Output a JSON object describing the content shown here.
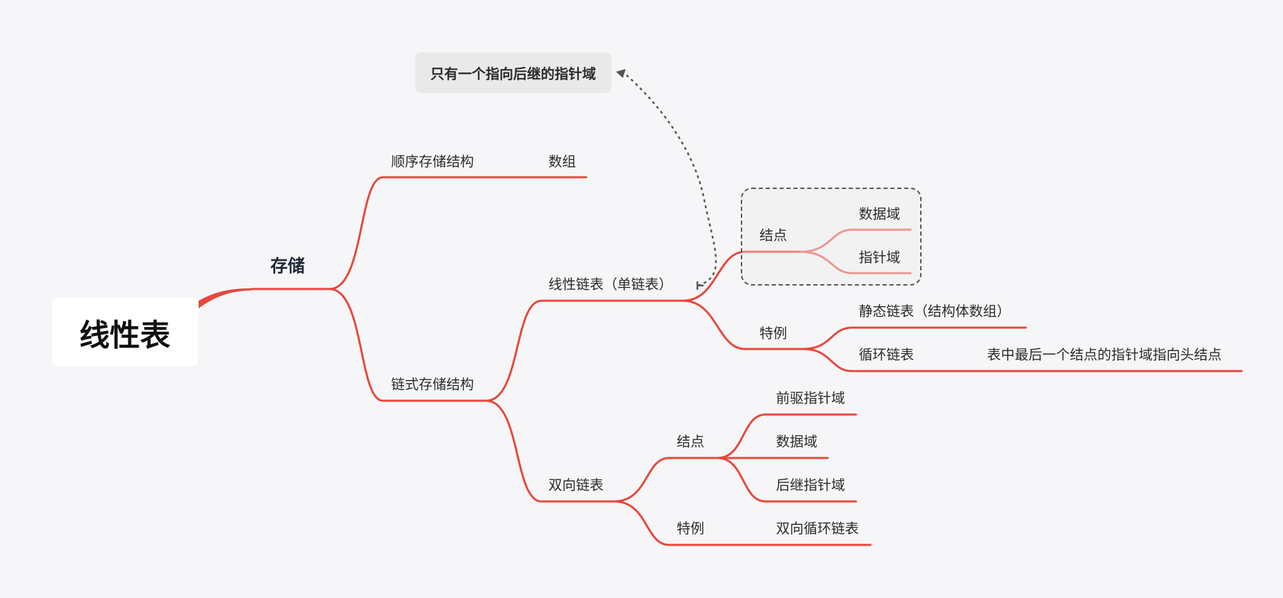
{
  "root": {
    "label": "线性表"
  },
  "callout": {
    "text": "只有一个指向后继的指针域"
  },
  "nodes": {
    "storage": "存储",
    "sequential": "顺序存储结构",
    "array": "数组",
    "linked": "链式存储结构",
    "singly": "线性链表（单链表）",
    "singly_node": "结点",
    "singly_data": "数据域",
    "singly_pointer": "指针域",
    "singly_special": "特例",
    "static_list": "静态链表（结构体数组）",
    "circular_list": "循环链表",
    "circular_note": "表中最后一个结点的指针域指向头结点",
    "doubly": "双向链表",
    "doubly_node": "结点",
    "prev_pointer": "前驱指针域",
    "doubly_data": "数据域",
    "next_pointer": "后继指针域",
    "doubly_special": "特例",
    "doubly_circular": "双向循环链表"
  },
  "colors": {
    "branch": "#e8473c",
    "background": "#f6f6f8",
    "root_fill": "#ffffff",
    "callout_fill": "#e9e9e9",
    "dashed": "#555555"
  }
}
